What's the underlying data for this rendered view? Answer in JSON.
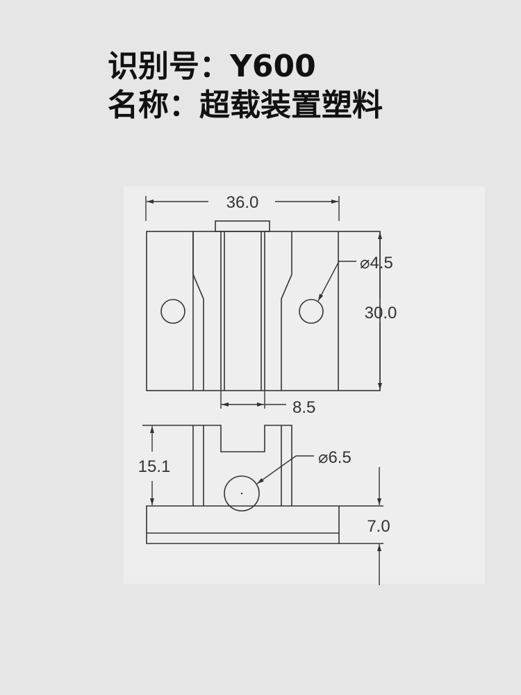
{
  "header": {
    "id_label": "识别号：",
    "id_value": "Y600",
    "name_label": "名称：",
    "name_value": "超载装置塑料"
  },
  "dimensions": {
    "overall_width": "36.0",
    "hole_diameter_top": "⌀4.5",
    "overall_height": "30.0",
    "slot_width": "8.5",
    "side_height": "15.1",
    "hole_diameter_bottom": "⌀6.5",
    "base_thickness": "7.0"
  },
  "colors": {
    "line": "#333333",
    "background": "#e6e6e6"
  }
}
